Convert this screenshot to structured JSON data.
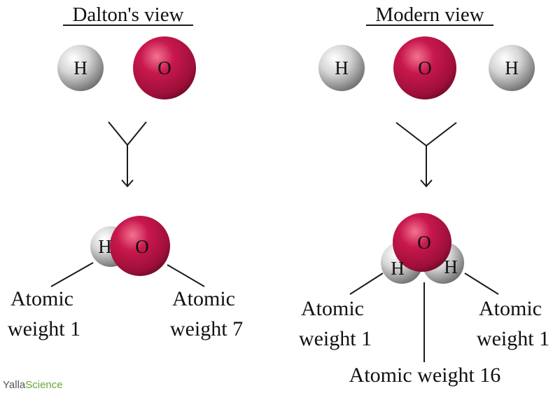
{
  "dalton": {
    "title": "Dalton's view",
    "atoms": {
      "h": "H",
      "o": "O"
    },
    "molecule": {
      "h": "H",
      "o": "O"
    },
    "captions": [
      {
        "line1": "Atomic",
        "line2": "weight 1"
      },
      {
        "line1": "Atomic",
        "line2": "weight 7"
      }
    ]
  },
  "modern": {
    "title": "Modern view",
    "atoms": {
      "h_left": "H",
      "o": "O",
      "h_right": "H"
    },
    "molecule": {
      "o": "O",
      "h_left": "H",
      "h_right": "H"
    },
    "captions": {
      "left": {
        "line1": "Atomic",
        "line2": "weight 1"
      },
      "right": {
        "line1": "Atomic",
        "line2": "weight 1"
      },
      "bottom": "Atomic weight 16"
    }
  },
  "watermark": {
    "brand_plain": "Yalla",
    "brand_accent": "Science"
  },
  "colors": {
    "hydrogen": "#c8c8c8",
    "oxygen": "#c0184a",
    "watermark_accent": "#6aa53a"
  }
}
